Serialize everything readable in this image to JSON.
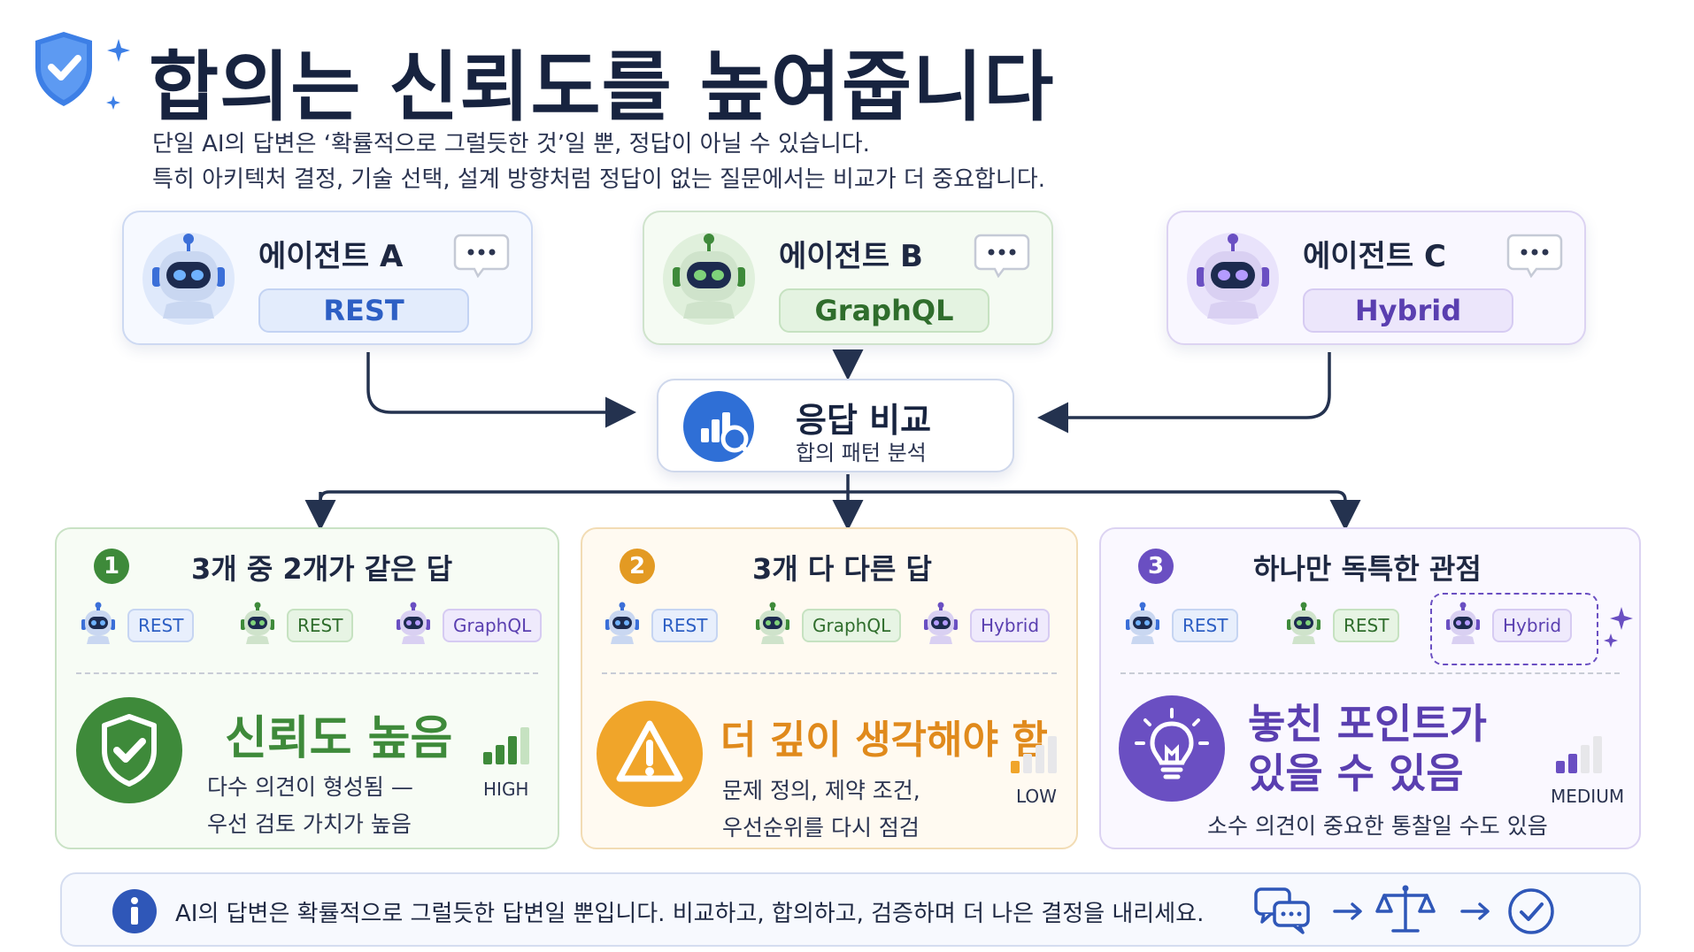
{
  "header": {
    "title": "합의는 신뢰도를 높여줍니다",
    "subtitle_line1": "단일 AI의 답변은 ‘확률적으로 그럴듯한 것’일 뿐, 정답이 아닐 수 있습니다.",
    "subtitle_line2": "특히 아키텍처 결정, 기술 선택, 설계 방향처럼 정답이 없는 질문에서는 비교가 더 중요합니다."
  },
  "agents": [
    {
      "name": "에이전트 A",
      "answer": "REST",
      "color": "#3b6fd8"
    },
    {
      "name": "에이전트 B",
      "answer": "GraphQL",
      "color": "#3e8a3a"
    },
    {
      "name": "에이전트 C",
      "answer": "Hybrid",
      "color": "#6a4fc2"
    }
  ],
  "compare": {
    "title": "응답 비교",
    "subtitle": "합의 패턴 분석"
  },
  "panels": [
    {
      "number": "1",
      "title": "3개 중 2개가 같은 답",
      "chips": [
        "REST",
        "REST",
        "GraphQL"
      ],
      "result": "신뢰도 높음",
      "desc_line1": "다수 의견이 형성됨 —",
      "desc_line2": "우선 검토 가치가 높음",
      "level": "HIGH",
      "signal": 3,
      "color": "#3e8a3a"
    },
    {
      "number": "2",
      "title": "3개 다 다른 답",
      "chips": [
        "REST",
        "GraphQL",
        "Hybrid"
      ],
      "result": "더 깊이 생각해야 함",
      "desc_line1": "문제 정의, 제약 조건,",
      "desc_line2": "우선순위를 다시 점검",
      "level": "LOW",
      "signal": 1,
      "color": "#e39a23"
    },
    {
      "number": "3",
      "title": "하나만 독특한 관점",
      "chips": [
        "REST",
        "REST",
        "Hybrid"
      ],
      "result_line1": "놓친 포인트가",
      "result_line2": "있을 수 있음",
      "desc_line1": "소수 의견이 중요한 통찰일 수도 있음",
      "level": "MEDIUM",
      "signal": 2,
      "color": "#6a4fc2"
    }
  ],
  "footer": {
    "text": "AI의 답변은 확률적으로 그럴듯한 답변일 뿐입니다. 비교하고, 합의하고, 검증하며 더 나은 결정을 내리세요."
  },
  "icons": [
    "shield-check-icon",
    "sparkle-icon",
    "robot-icon",
    "chat-bubble-icon",
    "chart-search-icon",
    "warning-icon",
    "lightbulb-icon",
    "info-icon",
    "chat-icon",
    "scale-icon",
    "check-circle-icon"
  ]
}
